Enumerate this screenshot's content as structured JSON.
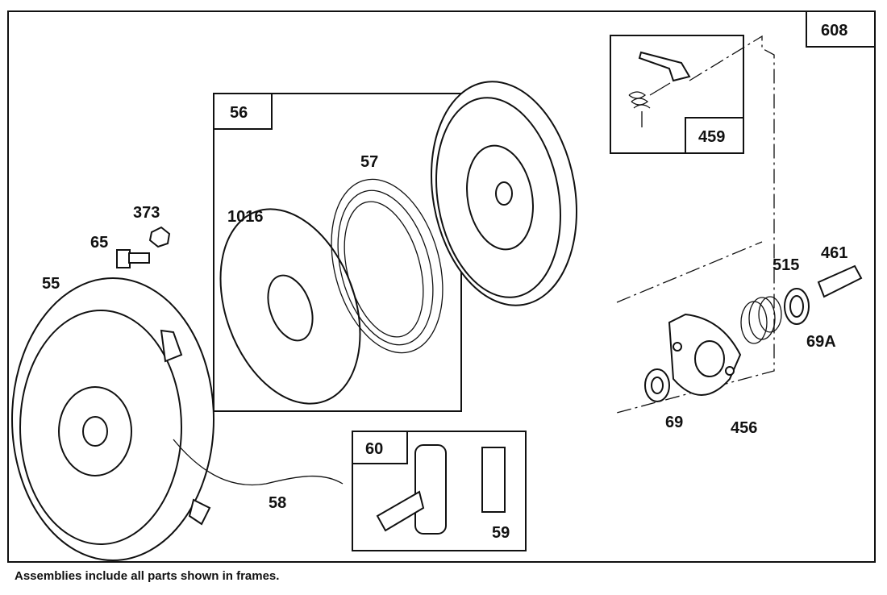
{
  "diagram": {
    "labels": {
      "p608": "608",
      "p459": "459",
      "p56": "56",
      "p57": "57",
      "p1016": "1016",
      "p373": "373",
      "p65": "65",
      "p55": "55",
      "p515": "515",
      "p461": "461",
      "p69A": "69A",
      "p69": "69",
      "p456": "456",
      "p60": "60",
      "p59": "59",
      "p58": "58"
    },
    "footer": "Assemblies include all parts shown in frames."
  }
}
